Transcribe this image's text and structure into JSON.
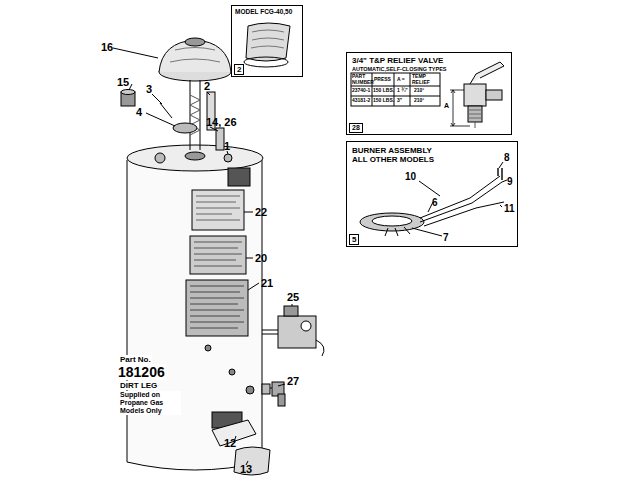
{
  "diagram": {
    "nodes": [
      {
        "text": [
          "MODEL FCG-40,50",
          "2"
        ]
      },
      {
        "text": [
          "3/4\" T&P RELIEF VALVE",
          "AUTOMATIC,SELF-CLOSING TYPES",
          "28"
        ]
      },
      {
        "text": [
          "BURNER ASSEMBLY ALL OTHER MODELS",
          "5"
        ]
      }
    ],
    "labels": [
      "16",
      "15",
      "3",
      "2",
      "4",
      "14, 26",
      "1",
      "22",
      "20",
      "21",
      "25",
      "Part No.",
      "181206",
      "DIRT LEG",
      "Supplied on Propane Gas Models Only",
      "27",
      "12",
      "13",
      "PART NUMBER",
      "PRESS",
      "A =",
      "TEMP RELIEF",
      "23740-1",
      "150 LBS.",
      "1 ¾\"",
      "210°",
      "43181-2",
      "150 LBS.",
      "3\"",
      "210°",
      "A",
      "8",
      "10",
      "9",
      "6",
      "11",
      "7"
    ]
  }
}
